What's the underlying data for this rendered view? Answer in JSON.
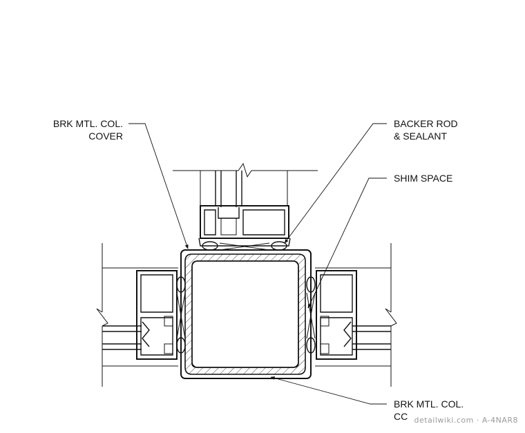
{
  "callouts": {
    "top_left_line1": "BRK MTL. COL.",
    "top_left_line2": "COVER",
    "top_right_1_line1": "BACKER ROD",
    "top_right_1_line2": "& SEALANT",
    "top_right_2": "SHIM SPACE",
    "bottom_right_line1": "BRK MTL. COL.",
    "bottom_right_line2": "CC"
  },
  "watermark": "detailwiki.com · A-4NAR8",
  "colors": {
    "line": "#111111",
    "watermark": "#9a9a9a",
    "background": "#ffffff"
  }
}
